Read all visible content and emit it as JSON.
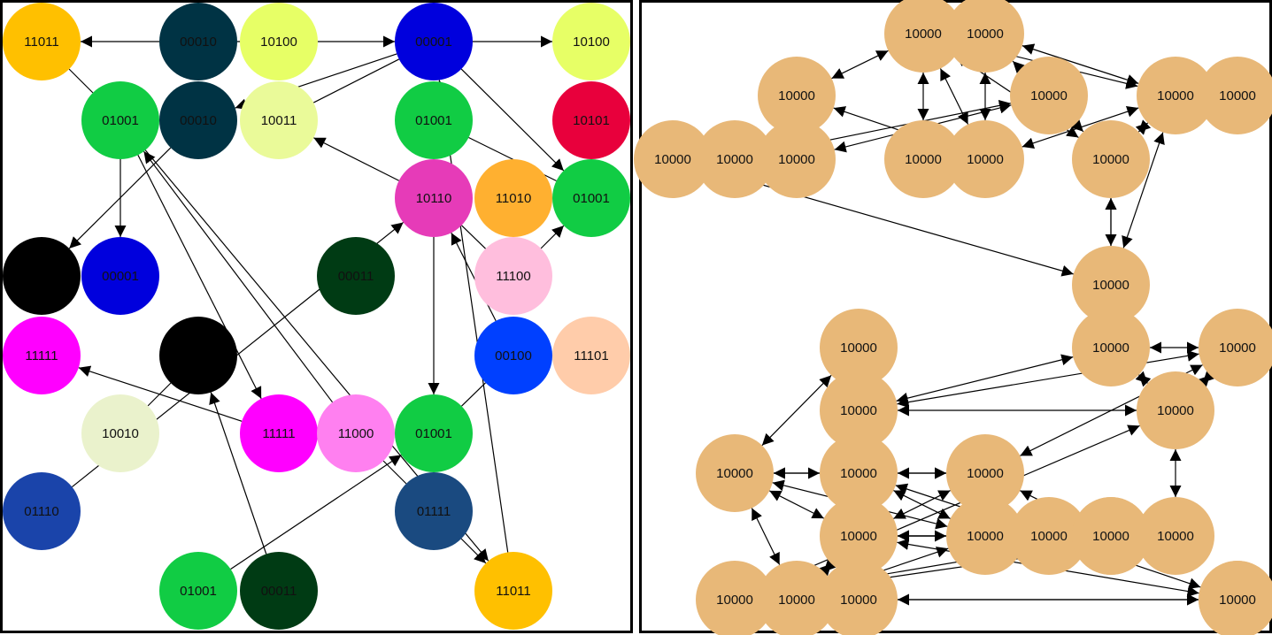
{
  "panels": [
    {
      "id": "left",
      "nodes": [
        {
          "id": "L1",
          "label": "11011",
          "color": "#FFC000"
        },
        {
          "id": "L2",
          "label": "00010",
          "color": "#003344"
        },
        {
          "id": "L3",
          "label": "10100",
          "color": "#E7FF66"
        },
        {
          "id": "L4",
          "label": "00001",
          "color": "#0000DD"
        },
        {
          "id": "L5",
          "label": "10100",
          "color": "#E7FF66"
        },
        {
          "id": "L6",
          "label": "01001",
          "color": "#11CC44"
        },
        {
          "id": "L7",
          "label": "00010",
          "color": "#003344"
        },
        {
          "id": "L8",
          "label": "10011",
          "color": "#EAFA99"
        },
        {
          "id": "L9",
          "label": "01001",
          "color": "#11CC44"
        },
        {
          "id": "L10",
          "label": "10101",
          "color": "#E8003C"
        },
        {
          "id": "L11",
          "label": "10110",
          "color": "#E63BB8"
        },
        {
          "id": "L12",
          "label": "11010",
          "color": "#FFB030"
        },
        {
          "id": "L13",
          "label": "01001",
          "color": "#11CC44"
        },
        {
          "id": "L14",
          "label": "",
          "color": "#000000"
        },
        {
          "id": "L15",
          "label": "00001",
          "color": "#0000DD"
        },
        {
          "id": "L16",
          "label": "00011",
          "color": "#003B14"
        },
        {
          "id": "L17",
          "label": "11100",
          "color": "#FFBEDD"
        },
        {
          "id": "L18",
          "label": "11111",
          "color": "#FF00FF"
        },
        {
          "id": "L19",
          "label": "",
          "color": "#000000"
        },
        {
          "id": "L20",
          "label": "00100",
          "color": "#0040FF"
        },
        {
          "id": "L21",
          "label": "11101",
          "color": "#FFCCAA"
        },
        {
          "id": "L22",
          "label": "10010",
          "color": "#EAF2CC"
        },
        {
          "id": "L23",
          "label": "11111",
          "color": "#FF00FF"
        },
        {
          "id": "L24",
          "label": "11000",
          "color": "#FF80F0"
        },
        {
          "id": "L25",
          "label": "01001",
          "color": "#11CC44"
        },
        {
          "id": "L26",
          "label": "01110",
          "color": "#1A44AA"
        },
        {
          "id": "L27",
          "label": "01111",
          "color": "#1A4A80"
        },
        {
          "id": "L28",
          "label": "01001",
          "color": "#11CC44"
        },
        {
          "id": "L29",
          "label": "00011",
          "color": "#003B14"
        },
        {
          "id": "L30",
          "label": "11011",
          "color": "#FFC000"
        }
      ],
      "edges": [
        {
          "from": "L2",
          "to": "L1",
          "dir": "forward"
        },
        {
          "from": "L2",
          "to": "L4",
          "dir": "forward"
        },
        {
          "from": "L4",
          "to": "L5",
          "dir": "forward"
        },
        {
          "from": "L1",
          "to": "L6",
          "dir": "none"
        },
        {
          "from": "L4",
          "to": "L7",
          "dir": "forward"
        },
        {
          "from": "L4",
          "to": "L8",
          "dir": "none"
        },
        {
          "from": "L4",
          "to": "L13",
          "dir": "forward"
        },
        {
          "from": "L9",
          "to": "L13",
          "dir": "none"
        },
        {
          "from": "L11",
          "to": "L8",
          "dir": "forward"
        },
        {
          "from": "L6",
          "to": "L15",
          "dir": "forward"
        },
        {
          "from": "L7",
          "to": "L14",
          "dir": "forward"
        },
        {
          "from": "L6",
          "to": "L23",
          "dir": "forward"
        },
        {
          "from": "L24",
          "to": "L6",
          "dir": "forward"
        },
        {
          "from": "L6",
          "to": "L30",
          "dir": "forward"
        },
        {
          "from": "L11",
          "to": "L25",
          "dir": "forward"
        },
        {
          "from": "L17",
          "to": "L13",
          "dir": "forward"
        },
        {
          "from": "L17",
          "to": "L11",
          "dir": "none"
        },
        {
          "from": "L20",
          "to": "L11",
          "dir": "forward"
        },
        {
          "from": "L20",
          "to": "L25",
          "dir": "none"
        },
        {
          "from": "L30",
          "to": "L4",
          "dir": "forward"
        },
        {
          "from": "L26",
          "to": "L11",
          "dir": "forward"
        },
        {
          "from": "L23",
          "to": "L18",
          "dir": "forward"
        },
        {
          "from": "L29",
          "to": "L19",
          "dir": "forward"
        },
        {
          "from": "L28",
          "to": "L25",
          "dir": "forward"
        },
        {
          "from": "L24",
          "to": "L27",
          "dir": "none"
        },
        {
          "from": "L27",
          "to": "L30",
          "dir": "forward"
        },
        {
          "from": "L19",
          "to": "L22",
          "dir": "none"
        }
      ]
    },
    {
      "id": "right",
      "nodes": [
        {
          "id": "R1",
          "label": "10000",
          "color": "#E8B878"
        },
        {
          "id": "R2",
          "label": "10000",
          "color": "#E8B878"
        },
        {
          "id": "R3",
          "label": "10000",
          "color": "#E8B878"
        },
        {
          "id": "R4",
          "label": "10000",
          "color": "#E8B878"
        },
        {
          "id": "R5",
          "label": "10000",
          "color": "#E8B878"
        },
        {
          "id": "R6",
          "label": "10000",
          "color": "#E8B878"
        },
        {
          "id": "R7",
          "label": "10000",
          "color": "#E8B878"
        },
        {
          "id": "R8",
          "label": "10000",
          "color": "#E8B878"
        },
        {
          "id": "R9",
          "label": "10000",
          "color": "#E8B878"
        },
        {
          "id": "R10",
          "label": "10000",
          "color": "#E8B878"
        },
        {
          "id": "R11",
          "label": "10000",
          "color": "#E8B878"
        },
        {
          "id": "R12",
          "label": "10000",
          "color": "#E8B878"
        },
        {
          "id": "R13",
          "label": "10000",
          "color": "#E8B878"
        },
        {
          "id": "R14",
          "label": "10000",
          "color": "#E8B878"
        },
        {
          "id": "R15",
          "label": "10000",
          "color": "#E8B878"
        },
        {
          "id": "R16",
          "label": "10000",
          "color": "#E8B878"
        },
        {
          "id": "R17",
          "label": "10000",
          "color": "#E8B878"
        },
        {
          "id": "R18",
          "label": "10000",
          "color": "#E8B878"
        },
        {
          "id": "R19",
          "label": "10000",
          "color": "#E8B878"
        },
        {
          "id": "R20",
          "label": "10000",
          "color": "#E8B878"
        },
        {
          "id": "R21",
          "label": "10000",
          "color": "#E8B878"
        },
        {
          "id": "R22",
          "label": "10000",
          "color": "#E8B878"
        },
        {
          "id": "R23",
          "label": "10000",
          "color": "#E8B878"
        },
        {
          "id": "R24",
          "label": "10000",
          "color": "#E8B878"
        },
        {
          "id": "R25",
          "label": "10000",
          "color": "#E8B878"
        },
        {
          "id": "R26",
          "label": "10000",
          "color": "#E8B878"
        },
        {
          "id": "R27",
          "label": "10000",
          "color": "#E8B878"
        },
        {
          "id": "R28",
          "label": "10000",
          "color": "#E8B878"
        },
        {
          "id": "R29",
          "label": "10000",
          "color": "#E8B878"
        },
        {
          "id": "R30",
          "label": "10000",
          "color": "#E8B878"
        },
        {
          "id": "R31",
          "label": "10000",
          "color": "#E8B878"
        },
        {
          "id": "R32",
          "label": "10000",
          "color": "#E8B878"
        }
      ],
      "edges": [
        {
          "from": "R8",
          "to": "R4",
          "dir": "both"
        },
        {
          "from": "R9",
          "to": "R4",
          "dir": "both"
        },
        {
          "from": "R10",
          "to": "R1",
          "dir": "both"
        },
        {
          "from": "R3",
          "to": "R1",
          "dir": "both"
        },
        {
          "from": "R3",
          "to": "R11",
          "dir": "both"
        },
        {
          "from": "R10",
          "to": "R11",
          "dir": "both"
        },
        {
          "from": "R1",
          "to": "R11",
          "dir": "both"
        },
        {
          "from": "R1",
          "to": "R12",
          "dir": "both"
        },
        {
          "from": "R2",
          "to": "R11",
          "dir": "both"
        },
        {
          "from": "R2",
          "to": "R12",
          "dir": "both"
        },
        {
          "from": "R1",
          "to": "R5",
          "dir": "both"
        },
        {
          "from": "R2",
          "to": "R5",
          "dir": "both"
        },
        {
          "from": "R5",
          "to": "R11",
          "dir": "both"
        },
        {
          "from": "R5",
          "to": "R12",
          "dir": "both"
        },
        {
          "from": "R5",
          "to": "R6",
          "dir": "both"
        },
        {
          "from": "R5",
          "to": "R13",
          "dir": "both"
        },
        {
          "from": "R7",
          "to": "R13",
          "dir": "both"
        },
        {
          "from": "R12",
          "to": "R13",
          "dir": "both"
        },
        {
          "from": "R12",
          "to": "R14",
          "dir": "both"
        },
        {
          "from": "R13",
          "to": "R14",
          "dir": "both"
        },
        {
          "from": "R14",
          "to": "R17",
          "dir": "both"
        },
        {
          "from": "R14",
          "to": "R16",
          "dir": "both"
        },
        {
          "from": "R14",
          "to": "R18",
          "dir": "both"
        },
        {
          "from": "R16",
          "to": "R17",
          "dir": "both"
        },
        {
          "from": "R16",
          "to": "R18",
          "dir": "both"
        },
        {
          "from": "R17",
          "to": "R18",
          "dir": "both"
        },
        {
          "from": "R16",
          "to": "R21",
          "dir": "both"
        },
        {
          "from": "R18",
          "to": "R27",
          "dir": "both"
        },
        {
          "from": "R18",
          "to": "R26",
          "dir": "both"
        },
        {
          "from": "R26",
          "to": "R27",
          "dir": "forward"
        },
        {
          "from": "R25",
          "to": "R26",
          "dir": "both"
        },
        {
          "from": "R25",
          "to": "R21",
          "dir": "both"
        },
        {
          "from": "R27",
          "to": "R32",
          "dir": "both"
        },
        {
          "from": "R15",
          "to": "R19",
          "dir": "both"
        },
        {
          "from": "R15",
          "to": "R20",
          "dir": "forward"
        },
        {
          "from": "R19",
          "to": "R20",
          "dir": "both"
        },
        {
          "from": "R20",
          "to": "R23",
          "dir": "both"
        },
        {
          "from": "R19",
          "to": "R21",
          "dir": "both"
        },
        {
          "from": "R19",
          "to": "R22",
          "dir": "both"
        },
        {
          "from": "R20",
          "to": "R21",
          "dir": "both"
        },
        {
          "from": "R20",
          "to": "R22",
          "dir": "both"
        },
        {
          "from": "R20",
          "to": "R24",
          "dir": "both"
        },
        {
          "from": "R21",
          "to": "R22",
          "dir": "both"
        },
        {
          "from": "R21",
          "to": "R23",
          "dir": "both"
        },
        {
          "from": "R22",
          "to": "R23",
          "dir": "both"
        },
        {
          "from": "R22",
          "to": "R24",
          "dir": "both"
        },
        {
          "from": "R23",
          "to": "R24",
          "dir": "both"
        },
        {
          "from": "R23",
          "to": "R25",
          "dir": "both"
        },
        {
          "from": "R22",
          "to": "R25",
          "dir": "both"
        },
        {
          "from": "R28",
          "to": "R19",
          "dir": "both"
        },
        {
          "from": "R28",
          "to": "R23",
          "dir": "both"
        },
        {
          "from": "R28",
          "to": "R29",
          "dir": "both"
        },
        {
          "from": "R29",
          "to": "R30",
          "dir": "both"
        },
        {
          "from": "R30",
          "to": "R24",
          "dir": "both"
        },
        {
          "from": "R30",
          "to": "R22",
          "dir": "both"
        },
        {
          "from": "R28",
          "to": "R22",
          "dir": "both"
        },
        {
          "from": "R19",
          "to": "R23",
          "dir": "both"
        },
        {
          "from": "R24",
          "to": "R31",
          "dir": "both"
        },
        {
          "from": "R26",
          "to": "R31",
          "dir": "both"
        },
        {
          "from": "R27",
          "to": "R31",
          "dir": "both"
        },
        {
          "from": "R26",
          "to": "R24",
          "dir": "both"
        }
      ]
    }
  ]
}
